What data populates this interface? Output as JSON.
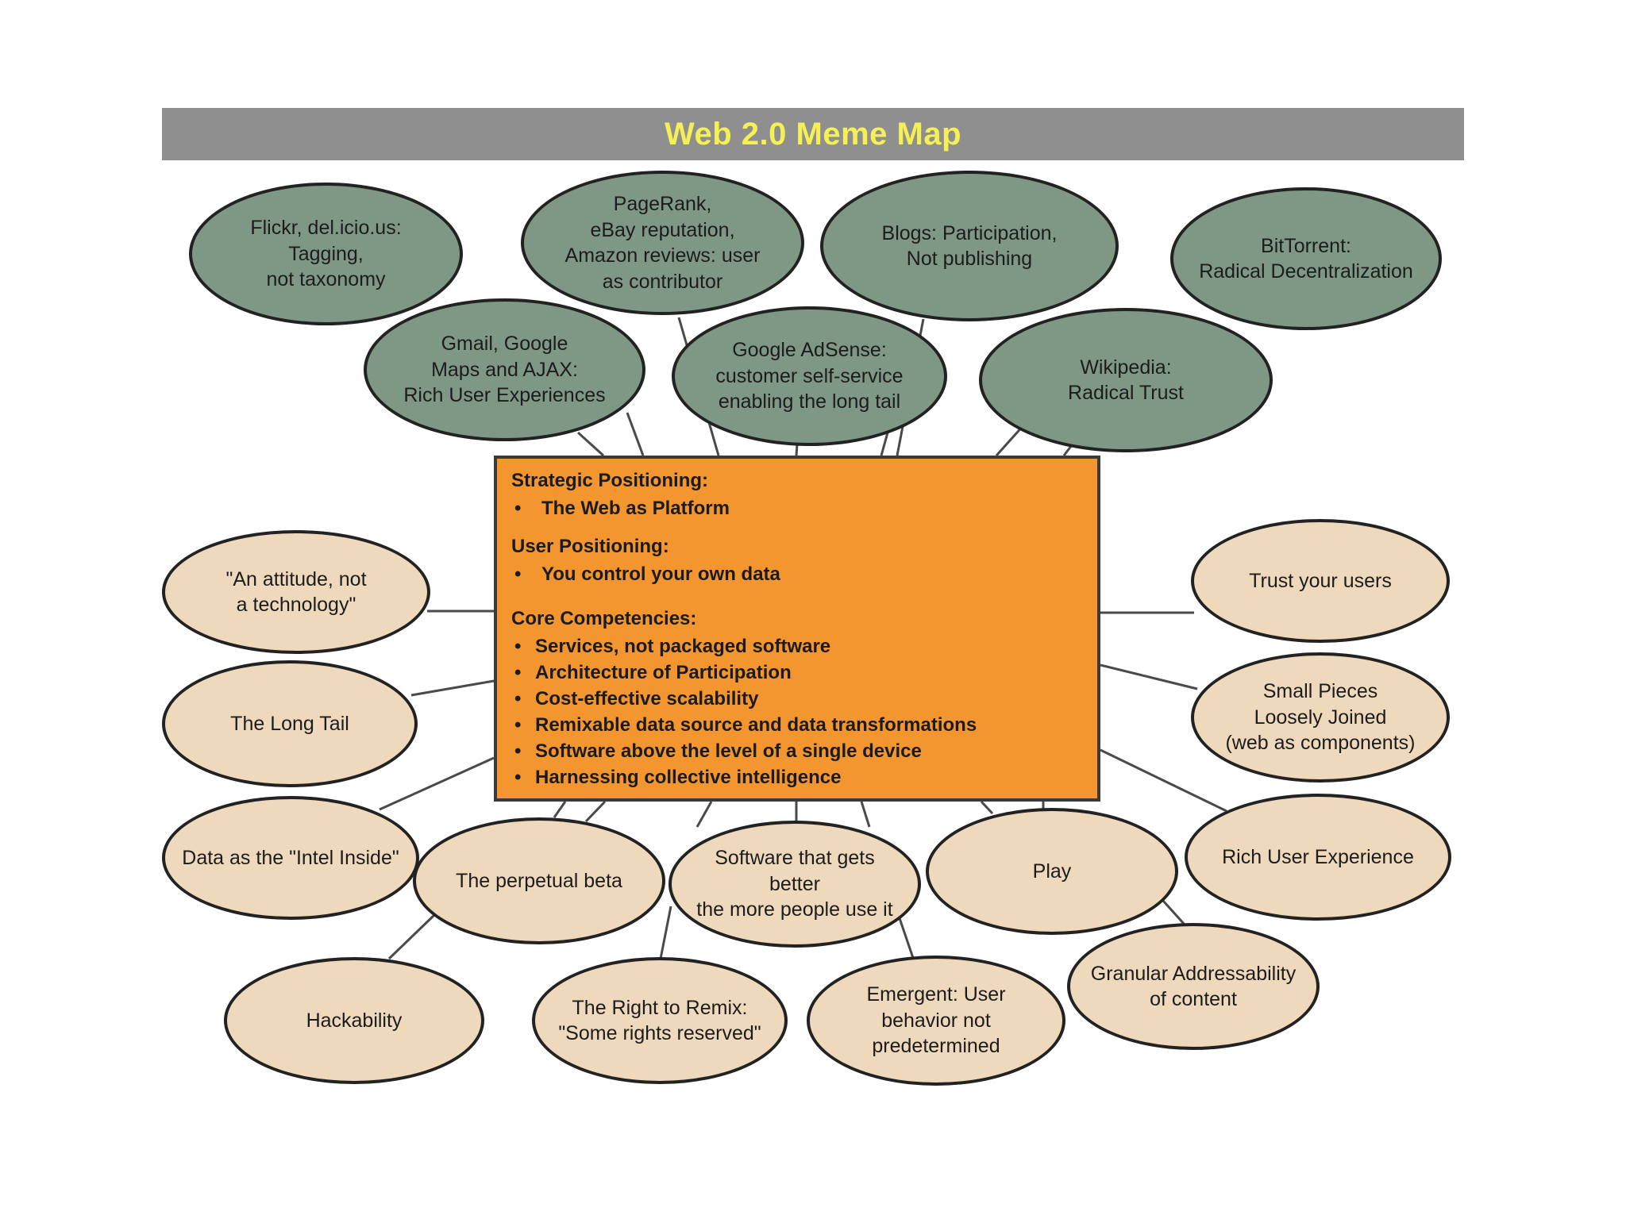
{
  "title": "Web 2.0 Meme Map",
  "colors": {
    "title_bg": "#8f8f8f",
    "title_text": "#f5f056",
    "green_node": "#7f9785",
    "tan_node": "#eed9bd",
    "core": "#f4962f"
  },
  "core": {
    "strategic_title": "Strategic Positioning:",
    "strategic_items": [
      "The Web as Platform"
    ],
    "user_title": "User Positioning:",
    "user_items": [
      "You control your own data"
    ],
    "competencies_title": "Core Competencies:",
    "competencies_items": [
      "Services, not packaged software",
      "Architecture of Participation",
      "Cost-effective scalability",
      "Remixable data source and data transformations",
      "Software above the level of a single device",
      "Harnessing collective intelligence"
    ]
  },
  "top_nodes": [
    "Flickr, del.icio.us:\nTagging,\nnot taxonomy",
    "PageRank,\neBay reputation,\nAmazon reviews:  user\nas contributor",
    "Blogs:  Participation,\nNot publishing",
    "BitTorrent:\nRadical Decentralization",
    "Gmail, Google\nMaps and AJAX:\nRich User Experiences",
    "Google AdSense:\ncustomer self-service\nenabling the long tail",
    "Wikipedia:\nRadical Trust"
  ],
  "bottom_nodes": [
    "\"An attitude, not\na technology\"",
    "The Long Tail",
    "Data as the \"Intel Inside\"",
    "The perpetual beta",
    "Software that gets\nbetter\nthe more people use it",
    "Play",
    "Rich User Experience",
    "Trust your users",
    "Small Pieces\nLoosely Joined\n(web as components)",
    "Granular Addressability\nof content",
    "Hackability",
    "The Right to Remix:\n\"Some rights reserved\"",
    "Emergent:  User\nbehavior not\npredetermined"
  ]
}
